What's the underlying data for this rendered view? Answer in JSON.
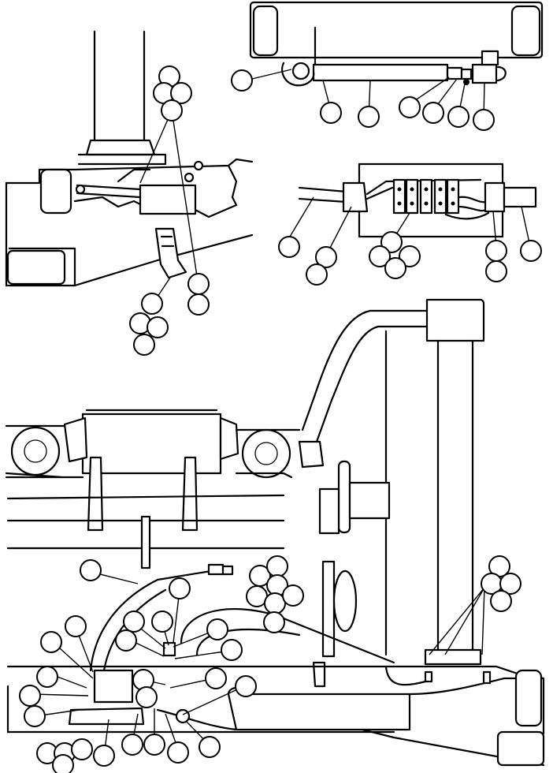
{
  "figure": {
    "background": "#ffffff",
    "ink": "#000000",
    "views": [
      "top-left-detail",
      "top-right-detail",
      "middle-right-junction-box",
      "main-assembly-view"
    ],
    "callout_label_text": []
  }
}
